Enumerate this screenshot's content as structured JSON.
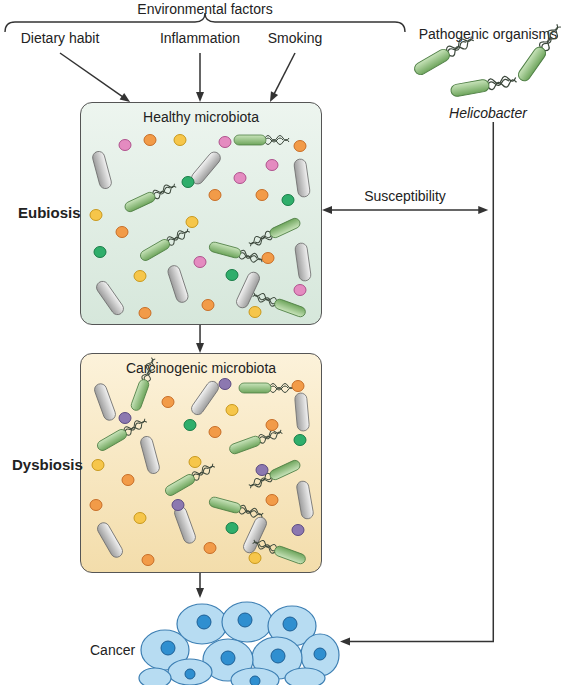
{
  "diagram": {
    "nodes": [
      {
        "text": [
          "Dietary habit"
        ]
      },
      {
        "text": [
          "Inflammation"
        ]
      },
      {
        "text": [
          "Smoking"
        ]
      },
      {
        "text": [
          "Healthy microbiota"
        ]
      },
      {
        "text": [
          "Pathogenic organisms",
          "Helicobacter"
        ]
      },
      {
        "text": [
          "Carcinogenic microbiota"
        ]
      },
      {
        "text": [
          "Cancer"
        ]
      }
    ],
    "edges": [
      {
        "from": 0,
        "to": 3,
        "arrow": "to"
      },
      {
        "from": 1,
        "to": 3,
        "arrow": "to"
      },
      {
        "from": 2,
        "to": 3,
        "arrow": "to"
      },
      {
        "from": 3,
        "to": 4,
        "label": "Susceptibility",
        "arrow": "both"
      },
      {
        "from": 3,
        "to": 5,
        "arrow": "to"
      },
      {
        "from": 5,
        "to": 6,
        "arrow": "to"
      },
      {
        "from": 4,
        "to": 6,
        "arrow": "to"
      }
    ],
    "labels": [
      "Environmental factors",
      "Eubiosis",
      "Dysbiosis"
    ]
  }
}
